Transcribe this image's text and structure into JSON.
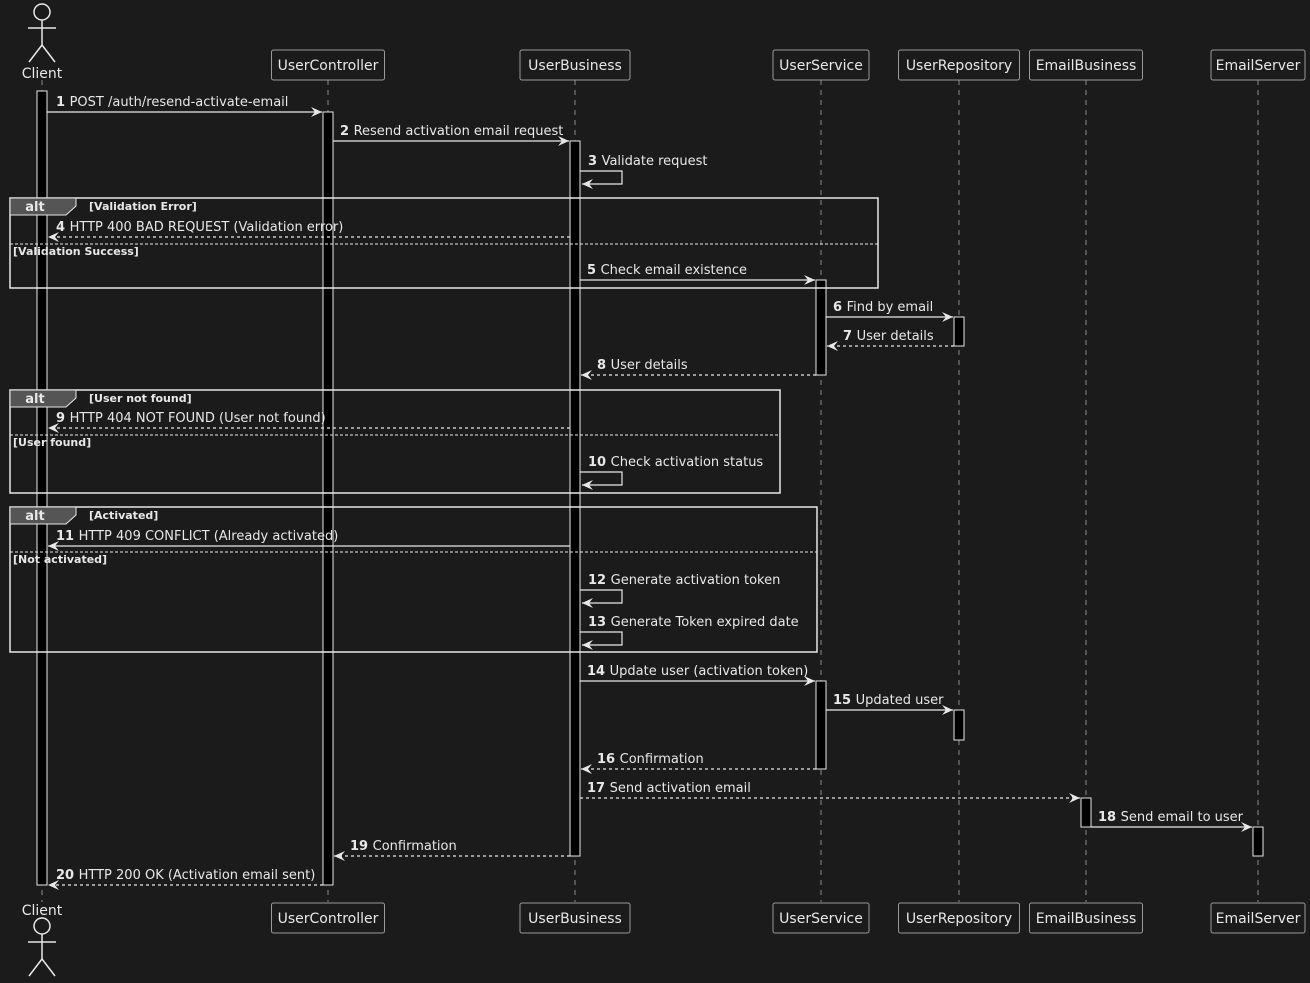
{
  "participants": [
    {
      "id": "client",
      "label": "Client",
      "kind": "actor"
    },
    {
      "id": "ctrl",
      "label": "UserController",
      "kind": "box"
    },
    {
      "id": "biz",
      "label": "UserBusiness",
      "kind": "box"
    },
    {
      "id": "svc",
      "label": "UserService",
      "kind": "box"
    },
    {
      "id": "repo",
      "label": "UserRepository",
      "kind": "box"
    },
    {
      "id": "ebiz",
      "label": "EmailBusiness",
      "kind": "box"
    },
    {
      "id": "esrv",
      "label": "EmailServer",
      "kind": "box"
    }
  ],
  "messages": [
    {
      "n": "1",
      "text": "POST /auth/resend-activate-email",
      "from": "client",
      "to": "ctrl",
      "style": "solid"
    },
    {
      "n": "2",
      "text": "Resend activation email request",
      "from": "ctrl",
      "to": "biz",
      "style": "solid"
    },
    {
      "n": "3",
      "text": "Validate request",
      "from": "biz",
      "to": "biz",
      "style": "self"
    },
    {
      "n": "4",
      "text": "HTTP 400 BAD REQUEST (Validation error)",
      "from": "biz",
      "to": "client",
      "style": "dashed"
    },
    {
      "n": "5",
      "text": "Check email existence",
      "from": "biz",
      "to": "svc",
      "style": "solid"
    },
    {
      "n": "6",
      "text": "Find by email",
      "from": "svc",
      "to": "repo",
      "style": "solid"
    },
    {
      "n": "7",
      "text": "User details",
      "from": "repo",
      "to": "svc",
      "style": "dashed"
    },
    {
      "n": "8",
      "text": "User details",
      "from": "svc",
      "to": "biz",
      "style": "dashed"
    },
    {
      "n": "9",
      "text": "HTTP 404 NOT FOUND (User not found)",
      "from": "biz",
      "to": "client",
      "style": "dashed"
    },
    {
      "n": "10",
      "text": "Check activation status",
      "from": "biz",
      "to": "biz",
      "style": "self"
    },
    {
      "n": "11",
      "text": "HTTP 409 CONFLICT (Already activated)",
      "from": "biz",
      "to": "client",
      "style": "solid"
    },
    {
      "n": "12",
      "text": "Generate activation token",
      "from": "biz",
      "to": "biz",
      "style": "self"
    },
    {
      "n": "13",
      "text": "Generate Token expired date",
      "from": "biz",
      "to": "biz",
      "style": "self"
    },
    {
      "n": "14",
      "text": "Update user (activation token)",
      "from": "biz",
      "to": "svc",
      "style": "solid"
    },
    {
      "n": "15",
      "text": "Updated user",
      "from": "svc",
      "to": "repo",
      "style": "solid"
    },
    {
      "n": "16",
      "text": "Confirmation",
      "from": "svc",
      "to": "biz",
      "style": "dashed"
    },
    {
      "n": "17",
      "text": "Send activation email",
      "from": "biz",
      "to": "ebiz",
      "style": "dashed"
    },
    {
      "n": "18",
      "text": "Send email to user",
      "from": "ebiz",
      "to": "esrv",
      "style": "solid"
    },
    {
      "n": "19",
      "text": "Confirmation",
      "from": "biz",
      "to": "ctrl",
      "style": "dashed"
    },
    {
      "n": "20",
      "text": "HTTP 200 OK (Activation email sent)",
      "from": "ctrl",
      "to": "client",
      "style": "dashed"
    }
  ],
  "frames": [
    {
      "tag": "alt",
      "condition": "[Validation Error]",
      "else_condition": "[Validation Success]"
    },
    {
      "tag": "alt",
      "condition": "[User not found]",
      "else_condition": "[User found]"
    },
    {
      "tag": "alt",
      "condition": "[Activated]",
      "else_condition": "[Not activated]"
    }
  ],
  "colors": {
    "background": "#1b1b1b",
    "line": "#e8e8e8",
    "box": "#1b1b1b",
    "activation": "#000000",
    "frame_tab": "#555555"
  }
}
